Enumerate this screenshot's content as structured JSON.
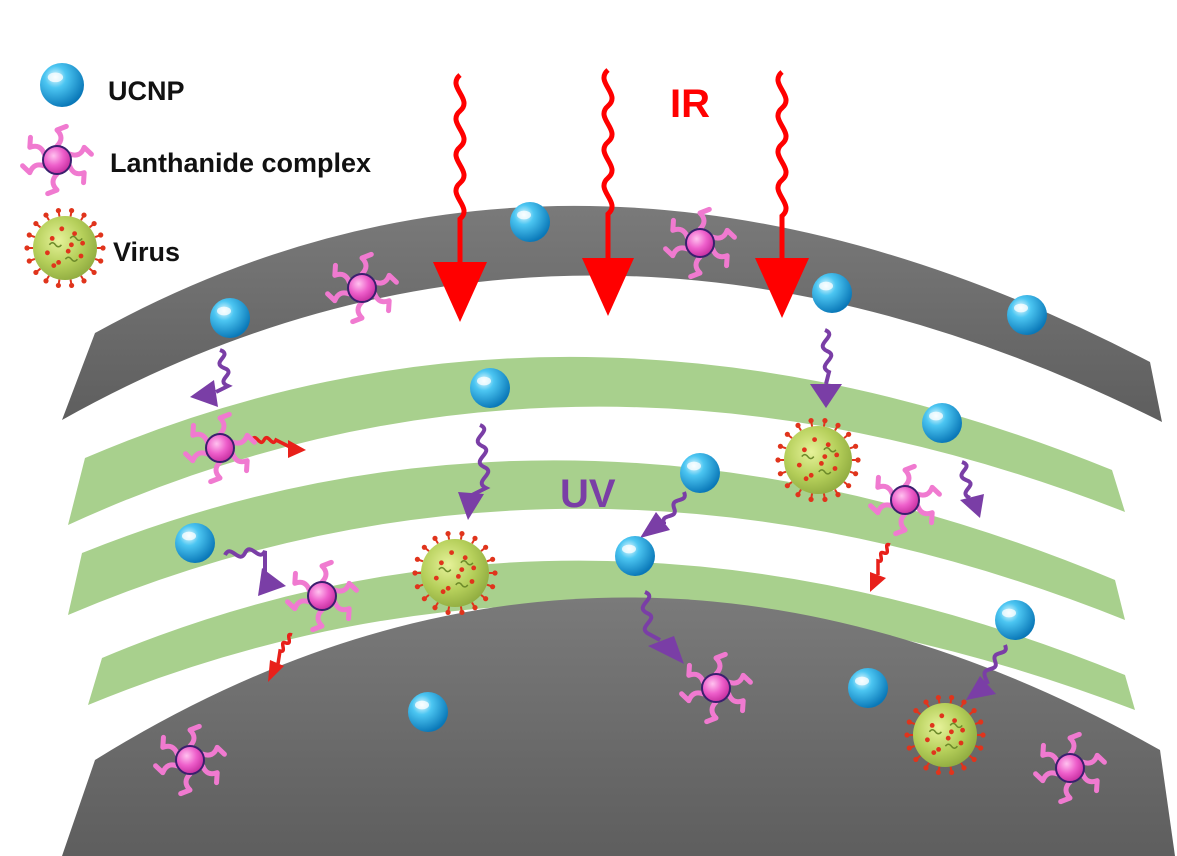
{
  "legend": {
    "ucnp": "UCNP",
    "lanthanide": "Lanthanide complex",
    "virus": "Virus"
  },
  "labels": {
    "ir": "IR",
    "uv": "UV"
  },
  "colors": {
    "outer_layer": "#6a6a6a",
    "inner_layer": "#a8d08d",
    "ucnp": "#1fa9e0",
    "lanthanide_core": "#e64fbf",
    "lanthanide_arm": "#f07ad0",
    "virus_body": "#b5cf5a",
    "virus_spike": "#e0341c",
    "ir_arrow": "#ff0000",
    "uv_arrow": "#7a3ea6",
    "red_emission": "#e8201a"
  },
  "icons": {
    "ucnp": "blue-sphere-icon",
    "lanthanide": "lanthanide-complex-icon",
    "virus": "virus-icon",
    "ir": "ir-wavy-arrow-icon",
    "uv": "uv-wavy-arrow-icon",
    "emission": "red-emission-arrow-icon"
  }
}
